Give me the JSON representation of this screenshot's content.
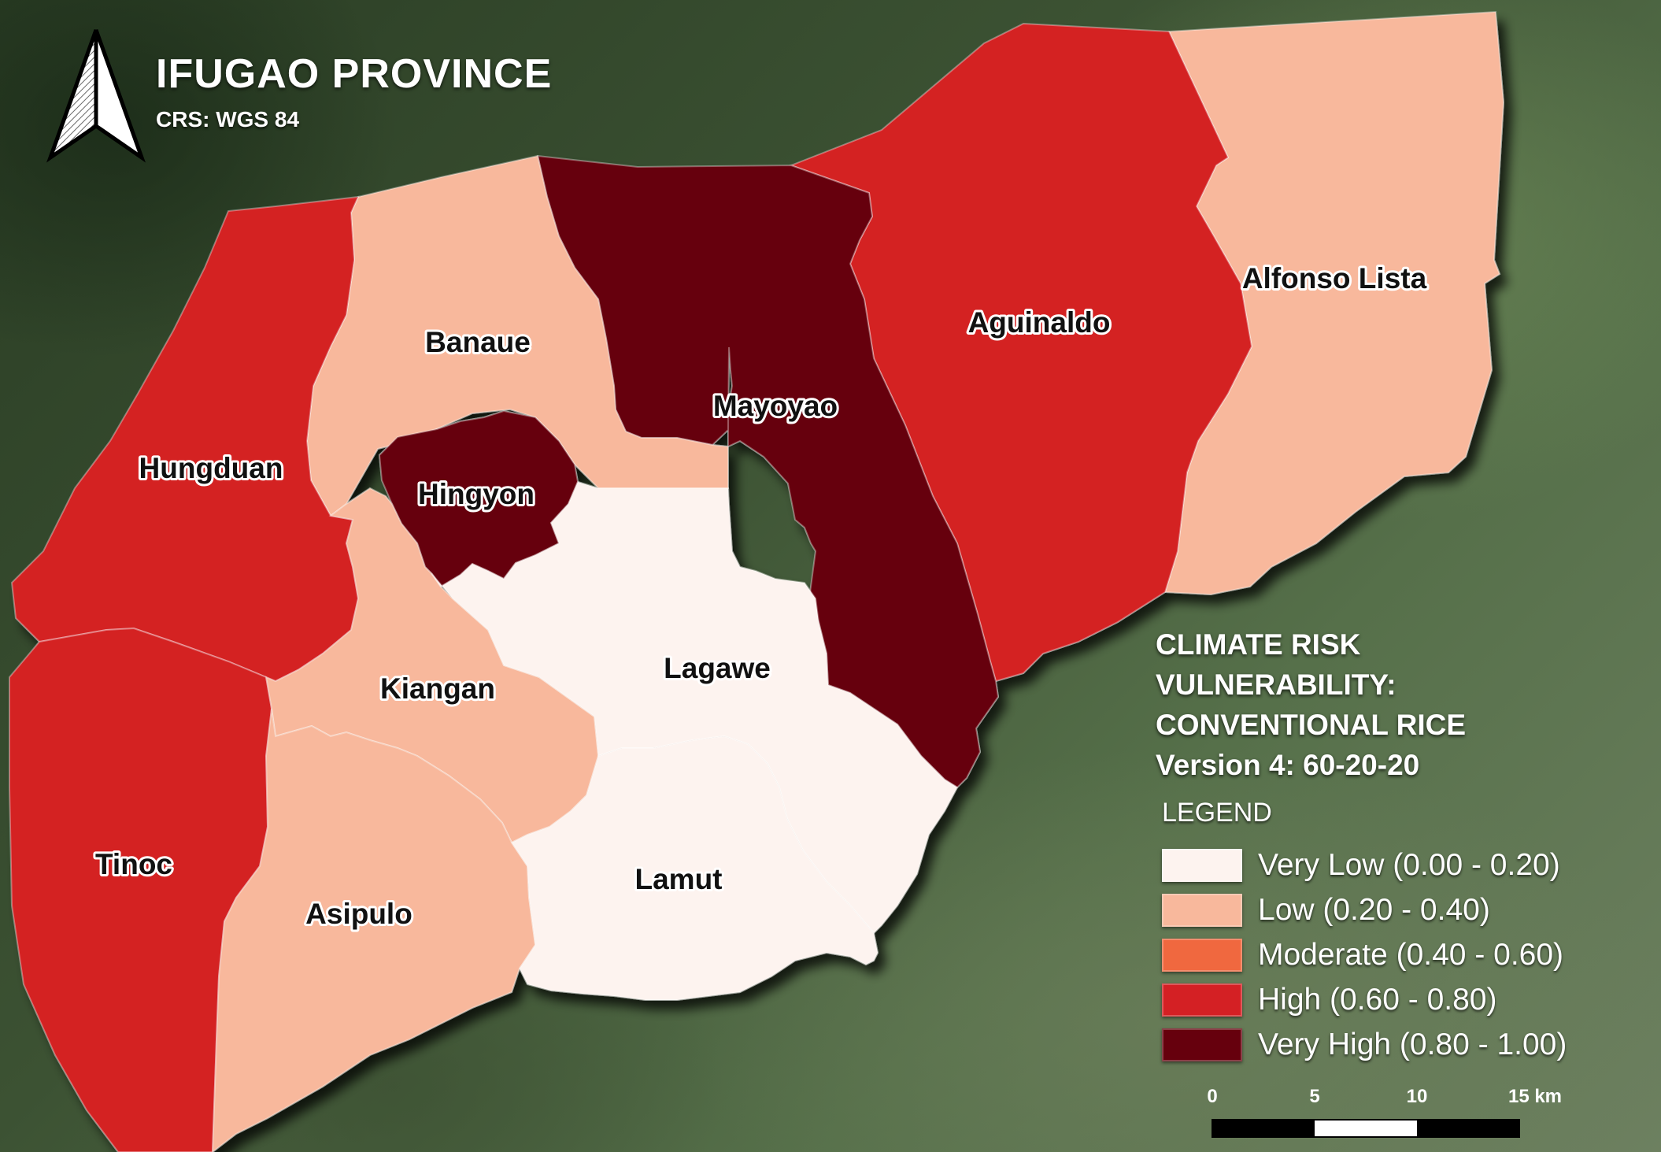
{
  "map": {
    "title": "IFUGAO PROVINCE",
    "crs": "CRS: WGS 84",
    "north_arrow_icon": "north-arrow-icon"
  },
  "municipalities": [
    {
      "name": "Hungduan",
      "class": "high"
    },
    {
      "name": "Banaue",
      "class": "low"
    },
    {
      "name": "Mayoyao",
      "class": "very_high"
    },
    {
      "name": "Aguinaldo",
      "class": "high"
    },
    {
      "name": "Alfonso Lista",
      "class": "low"
    },
    {
      "name": "Hingyon",
      "class": "very_high"
    },
    {
      "name": "Lagawe",
      "class": "very_low"
    },
    {
      "name": "Kiangan",
      "class": "low"
    },
    {
      "name": "Tinoc",
      "class": "high"
    },
    {
      "name": "Asipulo",
      "class": "low"
    },
    {
      "name": "Lamut",
      "class": "very_low"
    }
  ],
  "panel": {
    "title_lines": [
      "CLIMATE RISK",
      "VULNERABILITY:",
      "CONVENTIONAL RICE",
      "Version 4: 60-20-20"
    ],
    "legend_heading": "LEGEND"
  },
  "legend": [
    {
      "class": "very_low",
      "label": "Very Low (0.00 - 0.20)",
      "color": "#fdf3ef"
    },
    {
      "class": "low",
      "label": "Low (0.20 - 0.40)",
      "color": "#f8b89c"
    },
    {
      "class": "moderate",
      "label": "Moderate (0.40 - 0.60)",
      "color": "#f0683f"
    },
    {
      "class": "high",
      "label": "High (0.60 - 0.80)",
      "color": "#d42024"
    },
    {
      "class": "very_high",
      "label": "Very High (0.80 - 1.00)",
      "color": "#66000d"
    }
  ],
  "scalebar": {
    "ticks": [
      "0",
      "5",
      "10",
      "15 km"
    ]
  }
}
